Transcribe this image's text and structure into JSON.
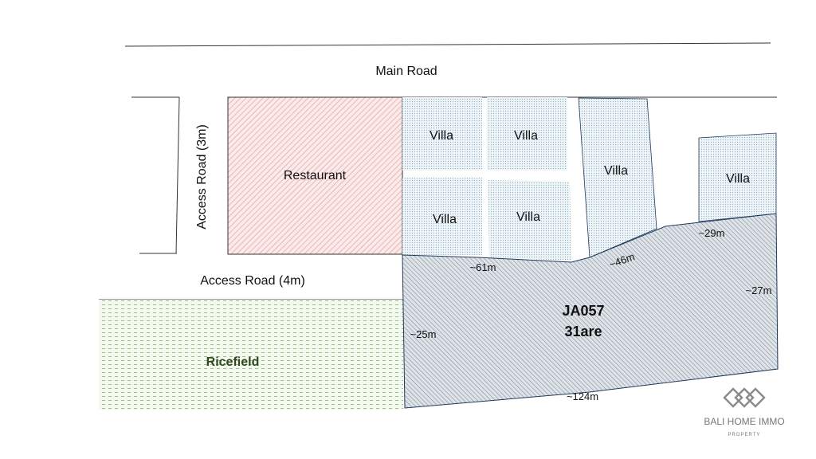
{
  "map": {
    "main_road": "Main Road",
    "access_road_3m": "Access Road (3m)",
    "access_road_4m": "Access Road (4m)",
    "restaurant": "Restaurant",
    "ricefield": "Ricefield",
    "villa": "Villa",
    "plot": {
      "code": "JA057",
      "area": "31are",
      "dimensions": {
        "top_left": "~61m",
        "top_mid": "~46m",
        "top_right": "~29m",
        "right": "~27m",
        "left": "~25m",
        "bottom": "~124m"
      }
    }
  },
  "colors": {
    "restaurant_hatch": "#e2a0a0",
    "restaurant_fill": "#fbeaea",
    "villa_dots": "#8fb0c3",
    "villa_fill": "#eef4f8",
    "plot_hatch": "#7a8a9a",
    "plot_fill": "#dfe3e8",
    "ricefield_dash": "#9cc08a",
    "ricefield_fill": "#f4f9ef",
    "ricefield_text": "#2e4a1c",
    "outline": "#1f3a5c"
  },
  "branding": {
    "logo_icon": "diamond-chain-icon",
    "company": "BALI HOME IMMO",
    "tagline": "PROPERTY"
  }
}
